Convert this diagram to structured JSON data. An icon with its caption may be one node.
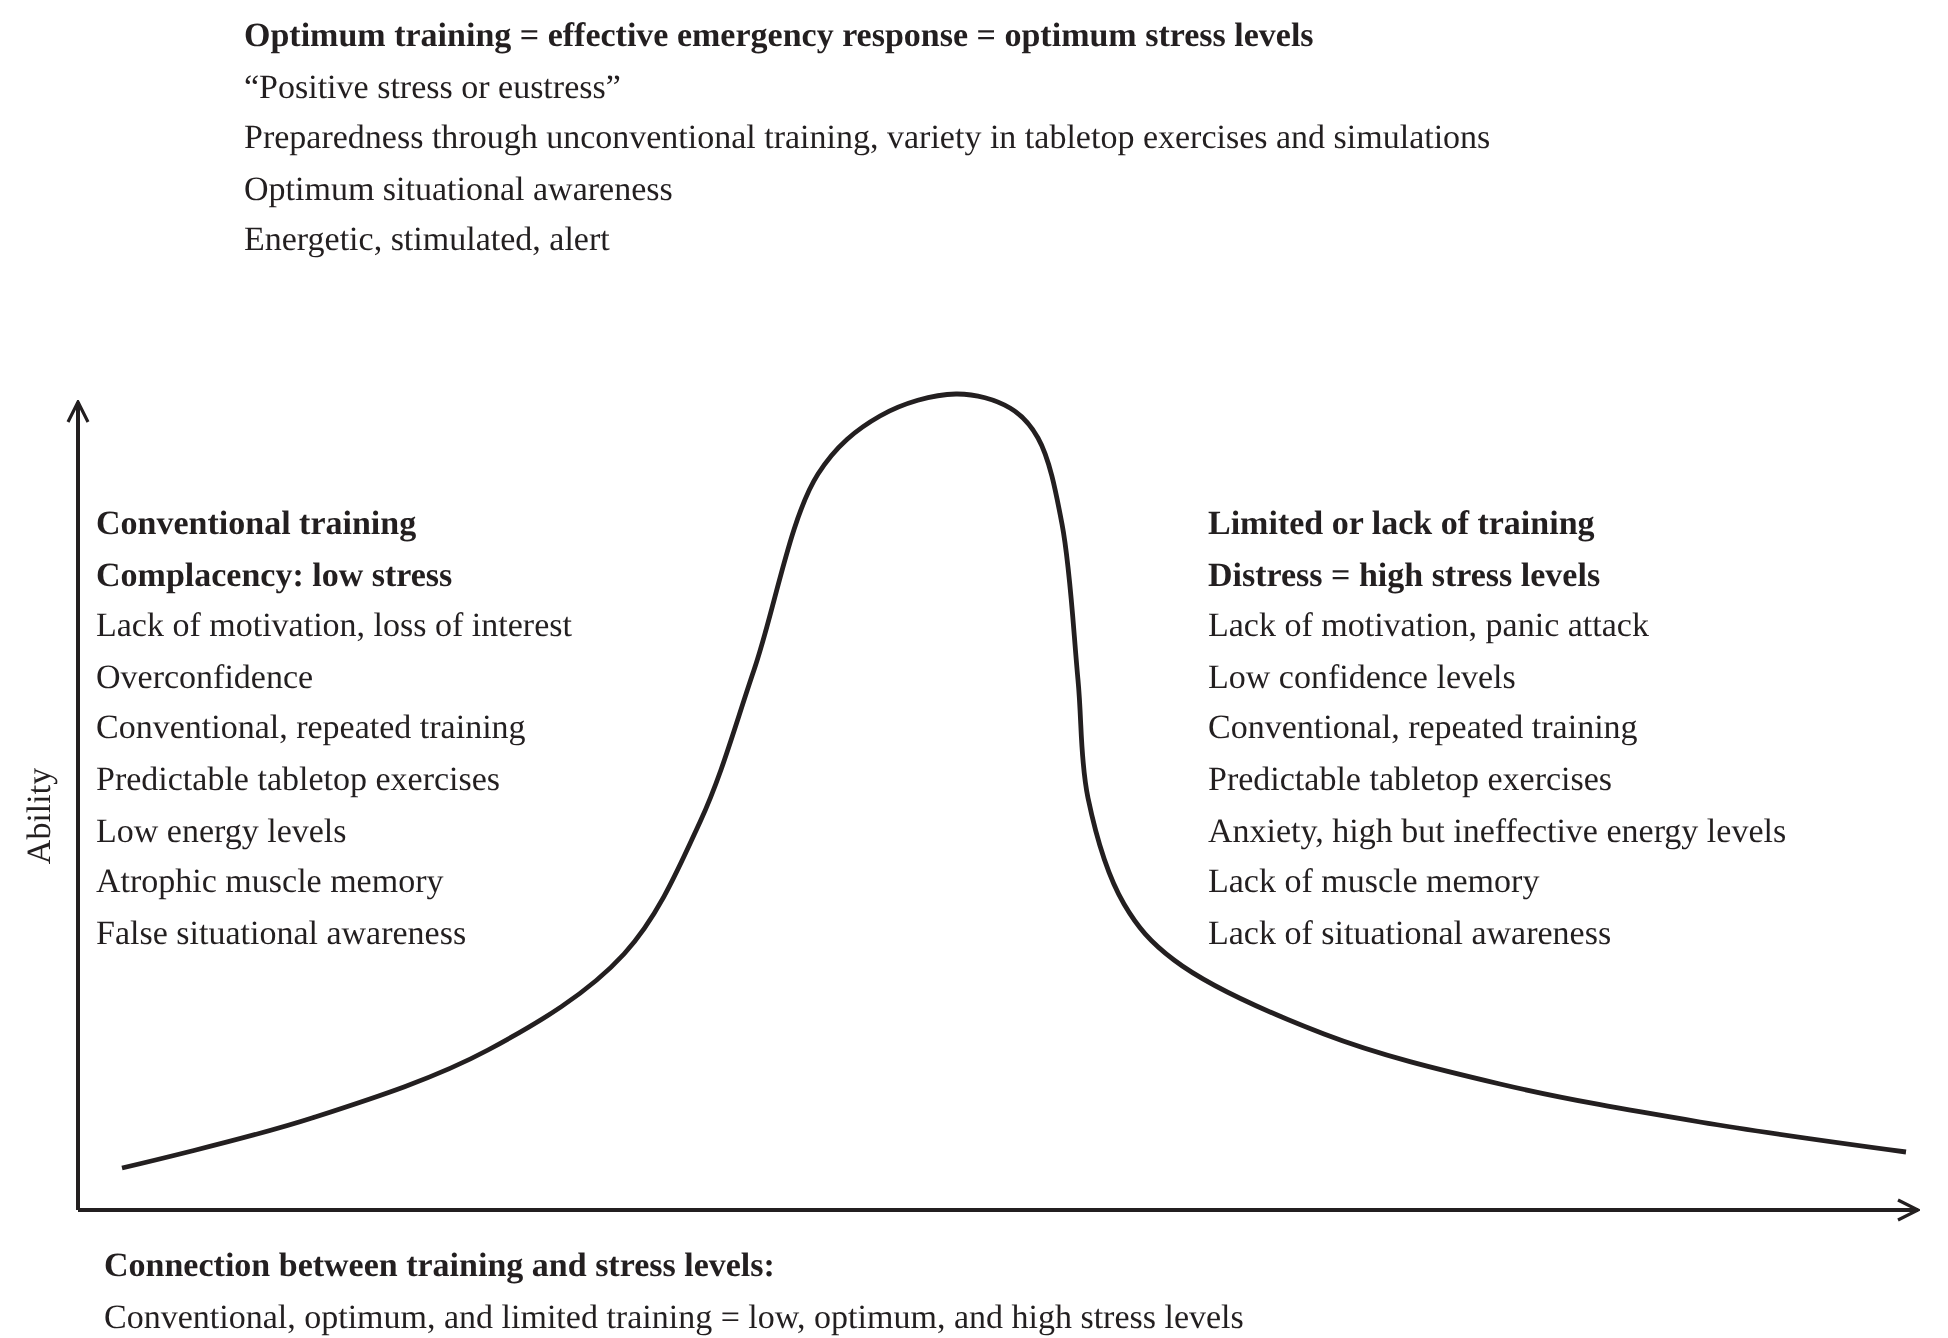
{
  "diagram": {
    "labels": [
      "Optimum training = effective emergency response = optimum stress levels",
      "“Positive stress or eustress”",
      "Preparedness through unconventional training, variety in tabletop exercises and simulations",
      "Optimum situational awareness",
      "Energetic, stimulated, alert",
      "Conventional training",
      "Complacency: low stress",
      "Lack of motivation, loss of interest",
      "Overconfidence",
      "Conventional, repeated training",
      "Predictable tabletop exercises",
      "Low energy levels",
      "Atrophic muscle memory",
      "False situational awareness",
      "Limited or lack of training",
      "Distress = high stress levels",
      "Lack of motivation, panic attack",
      "Low confidence levels",
      "Conventional, repeated training",
      "Predictable tabletop exercises",
      "Anxiety, high but ineffective energy levels",
      "Lack of muscle memory",
      "Lack of situational awareness",
      "Ability",
      "Connection between training and stress levels:",
      "Conventional, optimum, and limited training = low, optimum, and high stress levels"
    ]
  }
}
